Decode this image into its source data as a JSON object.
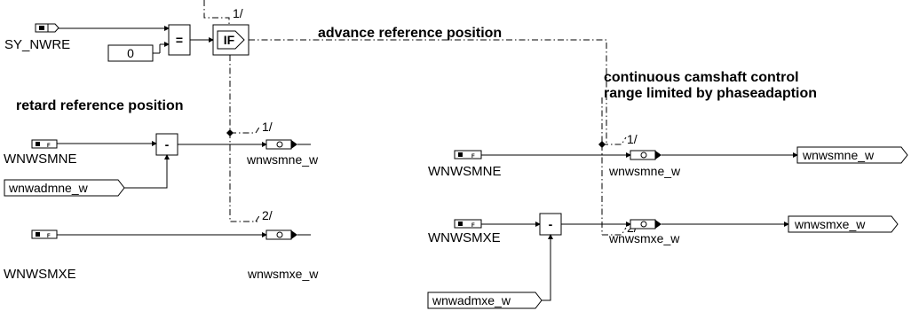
{
  "left": {
    "input_sy_nwre": "SY_NWRE",
    "const_value": "0",
    "eq_op": "=",
    "if_label": "IF",
    "ctrl_label_if": "1/",
    "annot_advance": "advance reference position",
    "annot_retard": "retard reference position",
    "input_wnwsmne": "WNWSMNE",
    "input_wnwadmne": "wnwadmne_w",
    "minus_op_1": "-",
    "ctrl_label_1": "1/",
    "output_wnwsmne": "wnwsmne_w",
    "input_wnwsmxe": "WNWSMXE",
    "ctrl_label_2": "2/",
    "output_wnwsmxe": "wnwsmxe_w"
  },
  "right": {
    "annot_continuous_line1": "continuous camshaft control",
    "annot_continuous_line2": "range limited by phaseadaption",
    "input_wnwsmne": "WNWSMNE",
    "ctrl_label_1": "1/",
    "output_wnwsmne": "wnwsmne_w",
    "out_port_wnwsmne": "wnwsmne_w",
    "input_wnwsmxe": "WNWSMXE",
    "minus_op": "-",
    "ctrl_label_2": "2/",
    "output_wnwsmxe": "wnwsmxe_w",
    "out_port_wnwsmxe": "wnwsmxe_w",
    "input_wnwadmxe": "wnwadmxe_w"
  }
}
